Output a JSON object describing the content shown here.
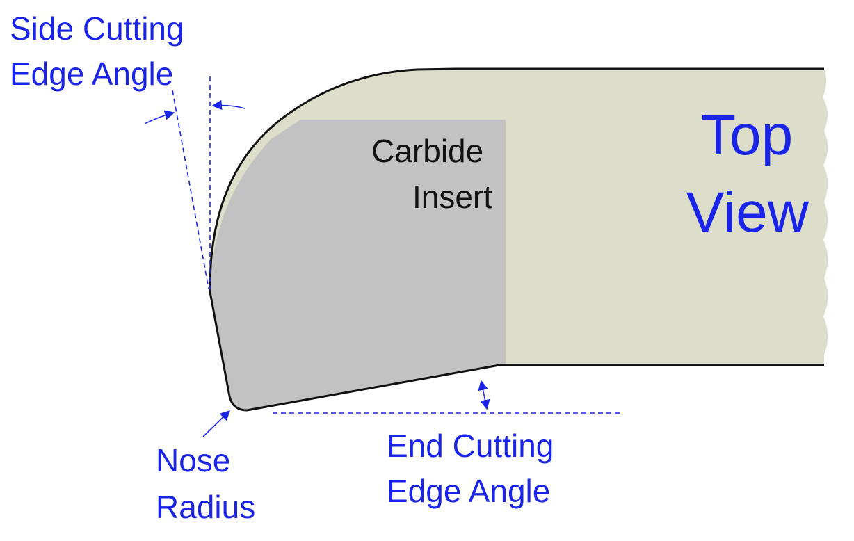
{
  "labels": {
    "side_cutting_edge_angle": [
      "Side Cutting",
      "Edge Angle"
    ],
    "carbide_insert": [
      "Carbide",
      "Insert"
    ],
    "top_view": [
      "Top",
      "View"
    ],
    "nose_radius": [
      "Nose",
      "Radius"
    ],
    "end_cutting_edge_angle": [
      "End Cutting",
      "Edge Angle"
    ]
  },
  "colors": {
    "annotation": "#1a24e8",
    "tool_body": "#dcdeca",
    "carbide_insert": "#c2c2c2",
    "outline": "#111111"
  }
}
